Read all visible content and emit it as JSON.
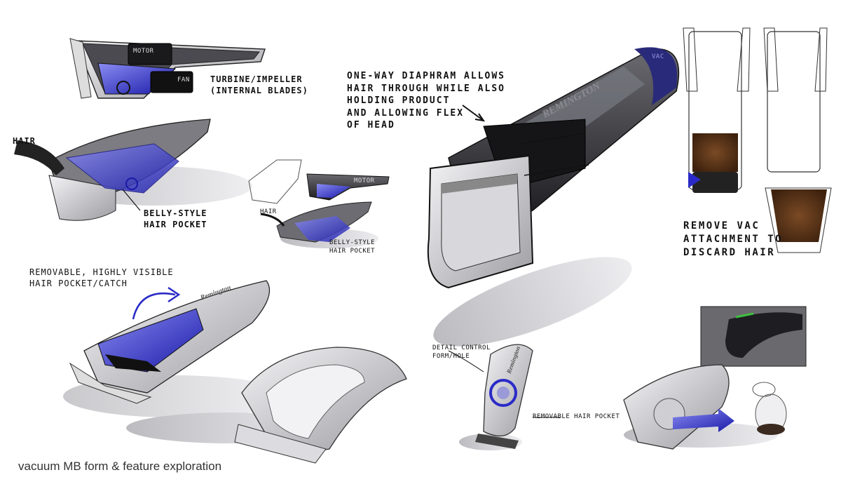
{
  "caption": "vacuum MB form & feature exploration",
  "annotations": {
    "motor": "MOTOR",
    "fan": "FAN",
    "turbine": "TURBINE/IMPELLER\n(INTERNAL BLADES)",
    "hair_top": "HAIR",
    "belly": "BELLY-STYLE\nHAIR POCKET",
    "small_hair": "HAIR",
    "small_belly": "BELLY-STYLE\nHAIR POCKET",
    "small_motor": "MOTOR",
    "removable_pocket": "REMOVABLE, HIGHLY VISIBLE\nHAIR POCKET/CATCH",
    "diaphragm": "ONE-WAY DIAPHRAM ALLOWS\nHAIR THROUGH WHILE ALSO\nHOLDING PRODUCT\nAND ALLOWING FLEX\nOF HEAD",
    "remove_vac": "REMOVE VAC\nATTACHMENT TO\nDISCARD HAIR",
    "detail_control": "DETAIL CONTROL\nFORM/HOLE",
    "removable_hair_pocket": "REMOVABLE HAIR POCKET",
    "vac_label": "VAC"
  },
  "brand_marks": {
    "large_body": "REMINGTON",
    "mid_body": "Remington",
    "standing_body": "Remington"
  },
  "colors": {
    "accent_blue": "#2a2ac8",
    "dark_body": "#2a2a2e",
    "mid_gray": "#9a9a9e",
    "shadow_gray": "#c9c9cc",
    "hair_brown": "#6b3e1e",
    "green_accent": "#3fbf3f"
  }
}
